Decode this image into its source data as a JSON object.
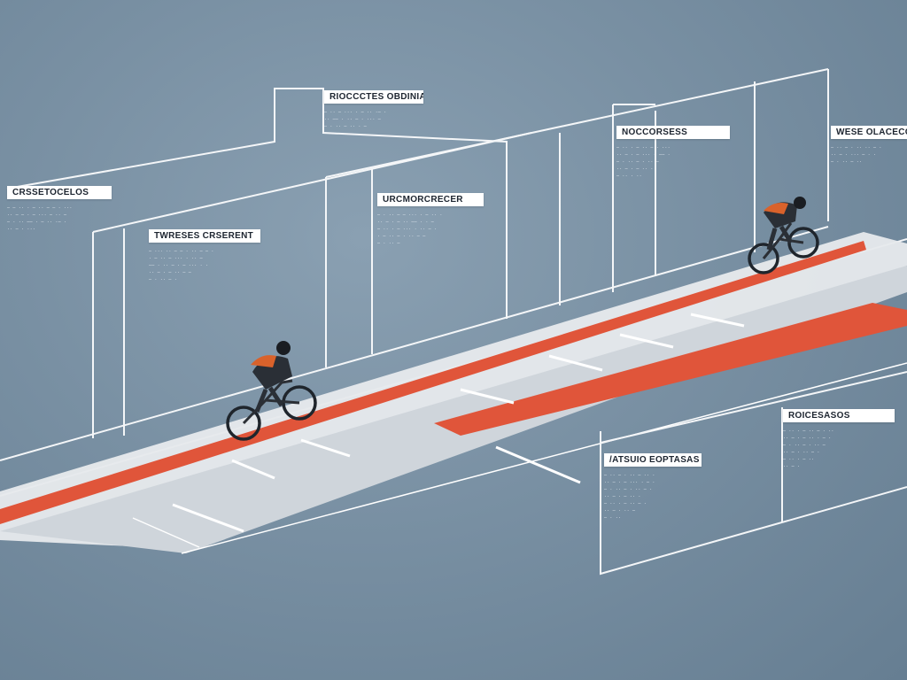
{
  "palette": {
    "background": "#7990a3",
    "track_surface": "#e6e9ec",
    "track_red": "#e0553a",
    "wall_lines": "#f4f6f8",
    "label_bg": "#ffffff",
    "label_text": "#1d2530",
    "rider_jersey": "#d9622b"
  },
  "callouts": [
    {
      "id": "c1",
      "title": "CRSSETOCELOS",
      "lines": [
        "— — ·· · — ·· — — · ···",
        "·· — — · — ··· — ·· —",
        "— · ·· —— · — ·· ·— ·",
        "·· — · ···"
      ]
    },
    {
      "id": "c2",
      "title": "TWRESES CRSERENT",
      "lines": [
        "— ··· ·· — — · ·· — — ·",
        "· — ·· — ··· · ·· —",
        "—— · ·· — · — ··· · ·",
        "·· — · — ·· — —",
        "— · ·· — ·"
      ]
    },
    {
      "id": "c3",
      "title": "RIOCCCTES OBDINIA",
      "lines": [
        "— ·· — ··· · — ·· ·— ·",
        "·· —— · ·· — · ··· —",
        "— · ·· — ·· · —"
      ]
    },
    {
      "id": "c4",
      "title": "URCMORCRECER",
      "lines": [
        "— · ·· — — ··· · — ·· ·",
        "·· — · — ·· —— · · —",
        "— ·· · — ··· · ·· — ·",
        "· — ·· — · ·· — —",
        "— · ·· —"
      ]
    },
    {
      "id": "c5",
      "title": "NOCCORSESS",
      "lines": [
        "— ·· · — ·· — · ···",
        "·· — · — ··· · —— ·",
        "— · ·· — · ·· —",
        "·· — · — ·· ·",
        "— ·· · ··"
      ]
    },
    {
      "id": "c6",
      "title": "WESE OLACECCTERS",
      "lines": [
        "— ·· — · ·· ·· — ·",
        "·· — · ··· — · ·",
        "— · ·· — ··"
      ]
    },
    {
      "id": "c7",
      "title": "ROICESASOS",
      "lines": [
        "— ·· · — ·· — · ··",
        "·· — · — ·· · — ·",
        "— · ·· — · ·· —",
        "·· — · ·· — ·",
        "— ·· · — ··",
        "·· — ·"
      ]
    },
    {
      "id": "c8",
      "title": "/ATSUIO EOPTASAS",
      "lines": [
        "— ·· — · ·· — ·· ·",
        "·· — · — ··· · — ·",
        "— · ·· — · ·· — ·",
        "·· — · — ·· ·",
        "— ·· · — ·· — ·",
        "·· — · ·· —",
        "— · ··"
      ]
    }
  ]
}
